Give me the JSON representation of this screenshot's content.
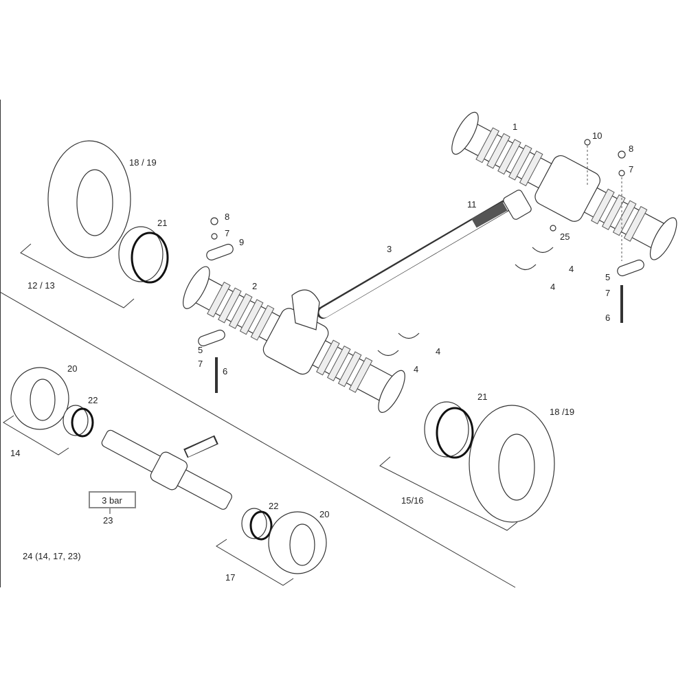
{
  "diagram": {
    "callouts": [
      "1",
      "10",
      "8",
      "7",
      "11",
      "25",
      "3",
      "4",
      "4",
      "5",
      "7",
      "6",
      "8",
      "7",
      "9",
      "2",
      "5",
      "7",
      "6",
      "4",
      "4",
      "18 / 19",
      "21",
      "12 / 13",
      "20",
      "22",
      "14",
      "23",
      "22",
      "20",
      "24 (14, 17, 23)",
      "17",
      "21",
      "18 /19",
      "15/16"
    ],
    "pressure_label": "3 bar"
  }
}
